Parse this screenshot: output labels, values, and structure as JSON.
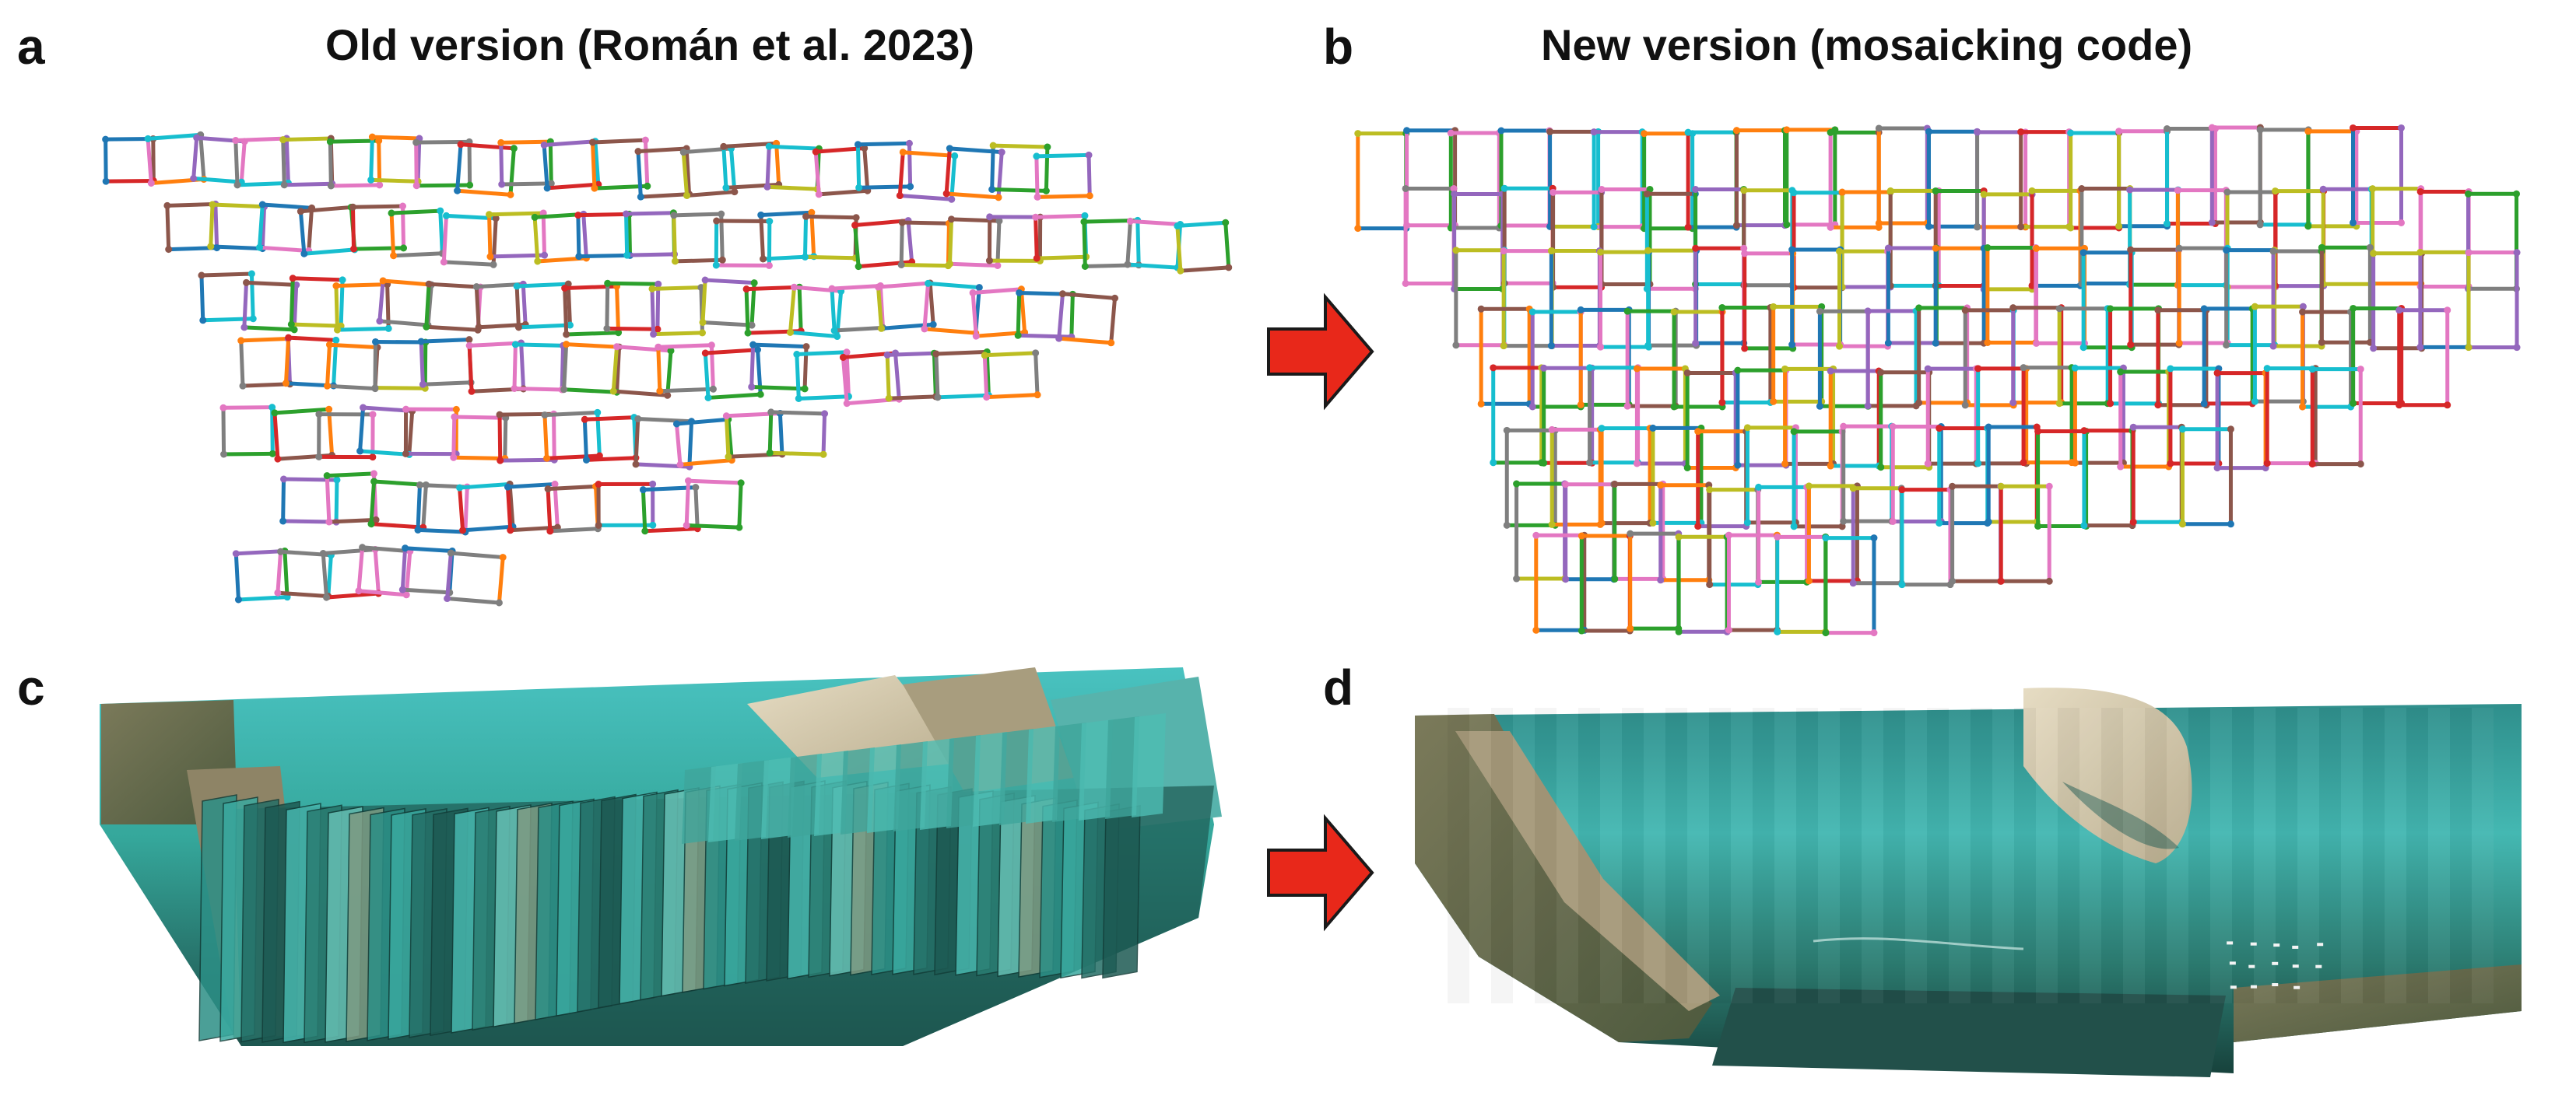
{
  "panels": {
    "a": {
      "letter": "a",
      "title": "Old version (Román et al. 2023)"
    },
    "b": {
      "letter": "b",
      "title": "New version (mosaicking code)"
    },
    "c": {
      "letter": "c"
    },
    "d": {
      "letter": "d"
    }
  },
  "colors": {
    "frame_palette": [
      "#8c564b",
      "#e377c2",
      "#7f7f7f",
      "#bcbd22",
      "#17becf",
      "#1f77b4",
      "#ff7f0e",
      "#2ca02c",
      "#d62728",
      "#9467bd"
    ],
    "arrow": "#e8281a",
    "arrow_outline": "#1a1a1a",
    "water_shallow": "#3cb7b0",
    "water_deep": "#1f5e55",
    "sand": "#d9cfb4",
    "land": "#6d7452"
  },
  "icons": {
    "transition_arrow": "right-arrow-icon"
  }
}
